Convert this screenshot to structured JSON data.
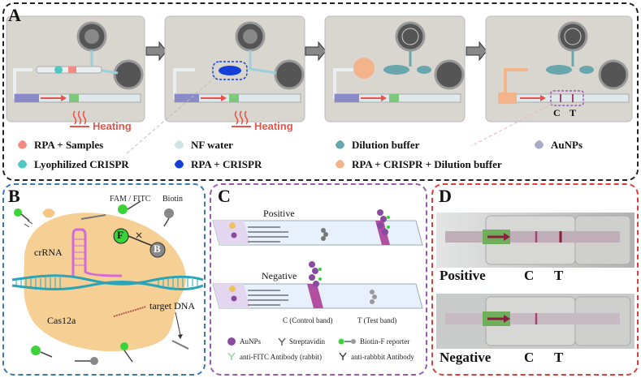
{
  "panel_a": {
    "label": "A",
    "heating_1": "Heating",
    "heating_2": "Heating",
    "band_c": "C",
    "band_t": "T",
    "legend": {
      "rpa_samples": "RPA + Samples",
      "lyo_crispr": "Lyophilized CRISPR",
      "nf_water": "NF water",
      "rpa_crispr": "RPA + CRISPR",
      "dilution": "Dilution buffer",
      "rpa_crispr_dil": "RPA + CRISPR + Dilution buffer",
      "aunps": "AuNPs"
    },
    "colors": {
      "rpa_samples": "#f28b82",
      "lyo_crispr": "#4fc9c0",
      "nf_water": "#cfe3e6",
      "rpa_crispr": "#1440d8",
      "dilution": "#6aa6ad",
      "rpa_crispr_dil": "#f3b48c",
      "aunps": "#a9a9c9"
    }
  },
  "panel_b": {
    "label": "B",
    "fam_fitc": "FAM / FITC",
    "biotin": "Biotin",
    "crrna": "crRNA",
    "cas12a": "Cas12a",
    "target_dna": "target DNA",
    "f_letter": "F",
    "b_letter": "B"
  },
  "panel_c": {
    "label": "C",
    "positive": "Positive",
    "negative": "Negative",
    "control_band": "C (Control band)",
    "test_band": "T (Test band)",
    "legend": {
      "aunps": "AuNPs",
      "streptavidin": "Streptavidin",
      "reporter": "Biotin-F reporter",
      "anti_fitc": "anti-FITC Antibody (rabbit)",
      "anti_rabbit": "anti-rabbbit Antibody"
    }
  },
  "panel_d": {
    "label": "D",
    "positive": "Positive",
    "negative": "Negative",
    "c1": "C",
    "t1": "T",
    "c2": "C",
    "t2": "T"
  }
}
